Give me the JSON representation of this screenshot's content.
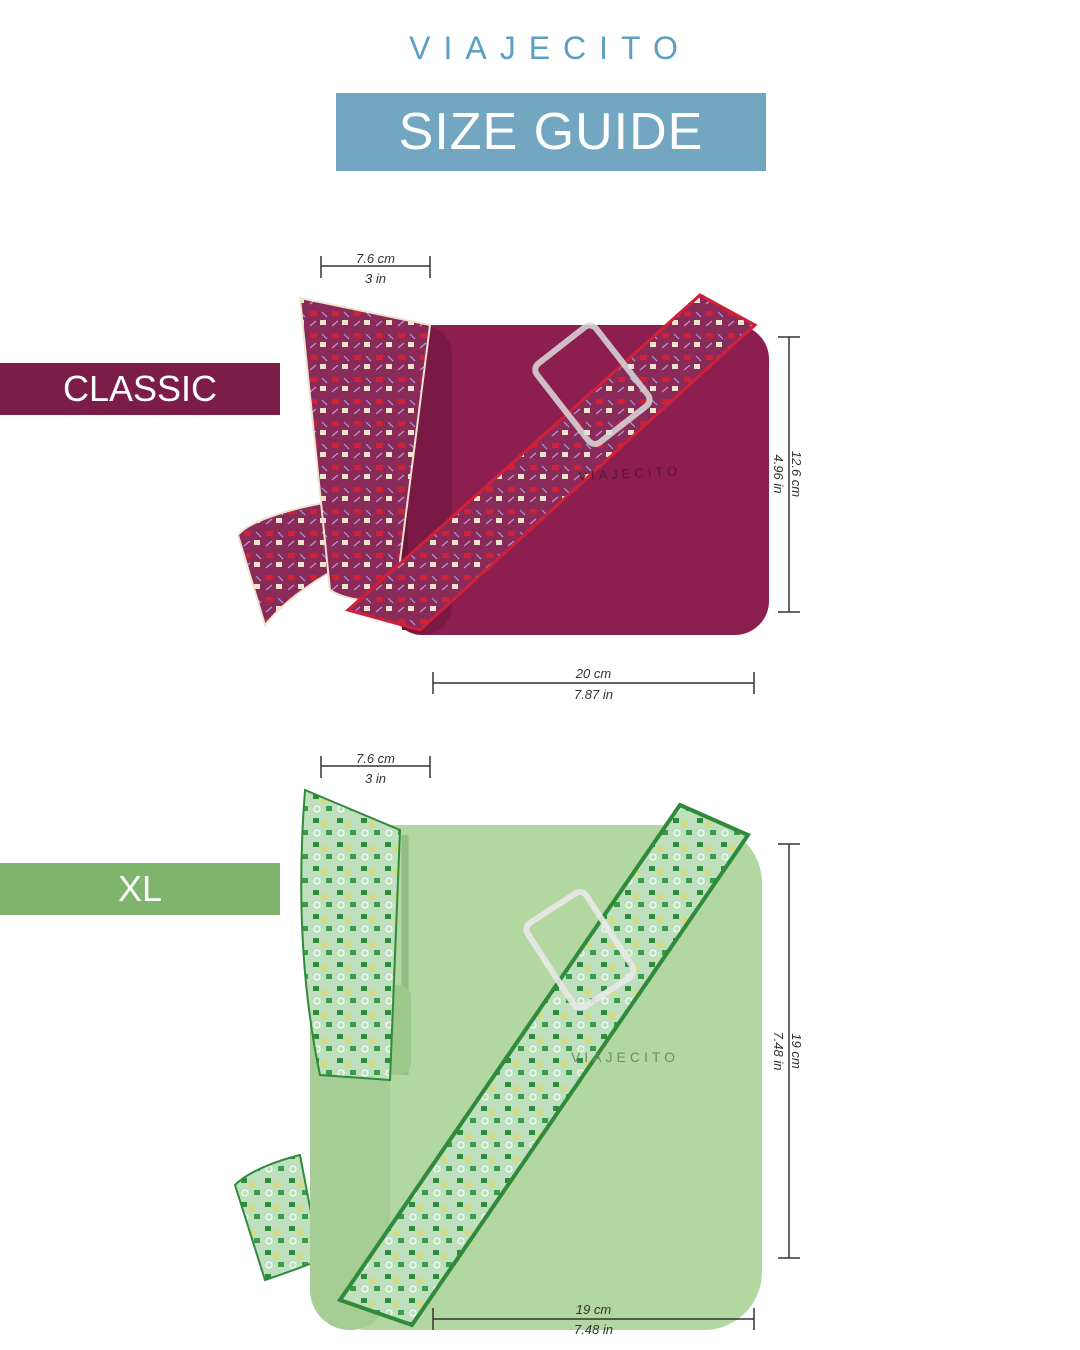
{
  "header": {
    "brand": "VIAJECITO",
    "title": "SIZE GUIDE"
  },
  "colors": {
    "brand_blue": "#5b9fc2",
    "banner_blue": "#73a6c0",
    "classic_color": "#7c1d47",
    "xl_color": "#7eb46b",
    "xl_bag": "#b2d7a0"
  },
  "sizes": {
    "classic": {
      "label": "CLASSIC",
      "bag_text": "VIAJECITO",
      "depth_cm": "7.6 cm",
      "depth_in": "3 in",
      "height_cm": "12.6 cm",
      "height_in": "4.96 in",
      "width_cm": "20 cm",
      "width_in": "7.87 in"
    },
    "xl": {
      "label": "XL",
      "bag_text": "VIAJECITO",
      "depth_cm": "7.6 cm",
      "depth_in": "3 in",
      "height_cm": "19 cm",
      "height_in": "7.48 in",
      "width_cm": "19 cm",
      "width_in": "7.48 in"
    }
  }
}
